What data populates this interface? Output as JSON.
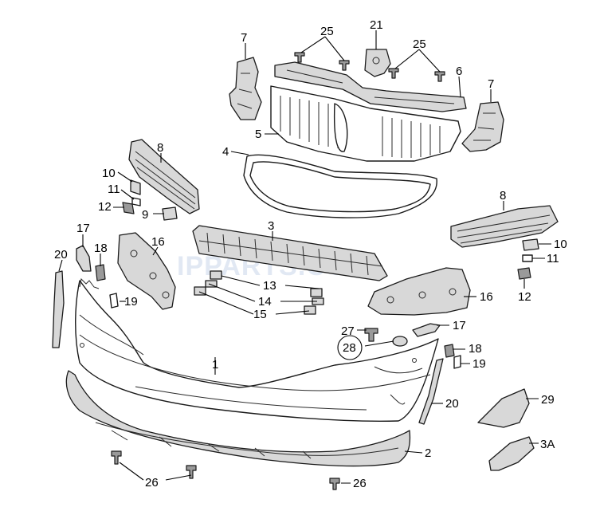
{
  "diagram": {
    "labels": {
      "l1": "1",
      "l2": "2",
      "l3": "3",
      "l3a": "3A",
      "l4": "4",
      "l5": "5",
      "l6": "6",
      "l7a": "7",
      "l7b": "7",
      "l8a": "8",
      "l8b": "8",
      "l9": "9",
      "l10a": "10",
      "l10b": "10",
      "l11a": "11",
      "l11b": "11",
      "l12a": "12",
      "l12b": "12",
      "l13": "13",
      "l14": "14",
      "l15": "15",
      "l16a": "16",
      "l16b": "16",
      "l17a": "17",
      "l17b": "17",
      "l18a": "18",
      "l18b": "18",
      "l19a": "19",
      "l19b": "19",
      "l20a": "20",
      "l20b": "20",
      "l21": "21",
      "l25a": "25",
      "l25b": "25",
      "l26a": "26",
      "l26b": "26",
      "l27": "27",
      "l28": "28",
      "l29": "29"
    },
    "watermark": "IPPARTS.COM"
  }
}
